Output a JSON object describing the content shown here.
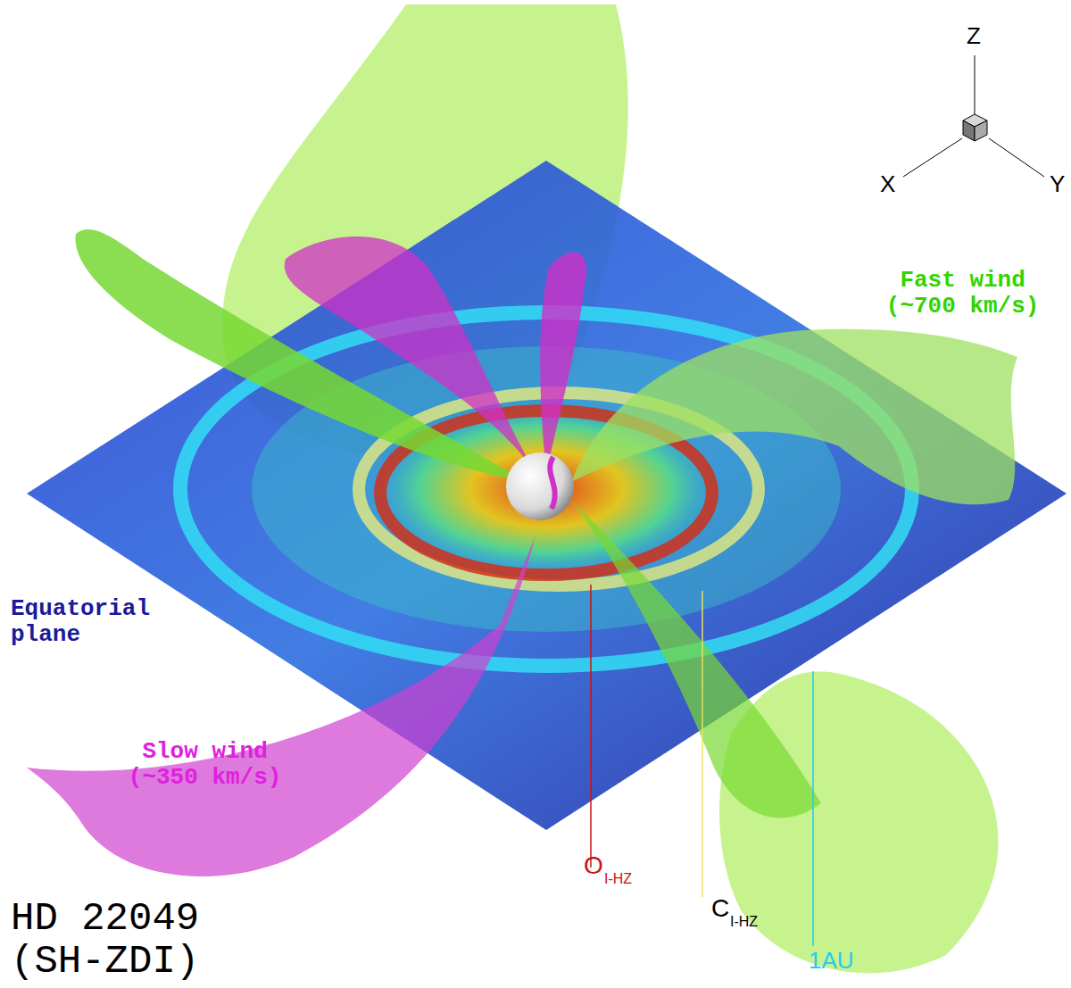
{
  "diagram": {
    "labels": [
      "Z",
      "X",
      "Y",
      "Fast wind (~700 km/s)",
      "Equatorial plane",
      "Slow wind (~350 km/s)",
      "O",
      "I-HZ",
      "C",
      "I-HZ",
      "1AU",
      "HD 22049 (SH-ZDI)"
    ]
  }
}
